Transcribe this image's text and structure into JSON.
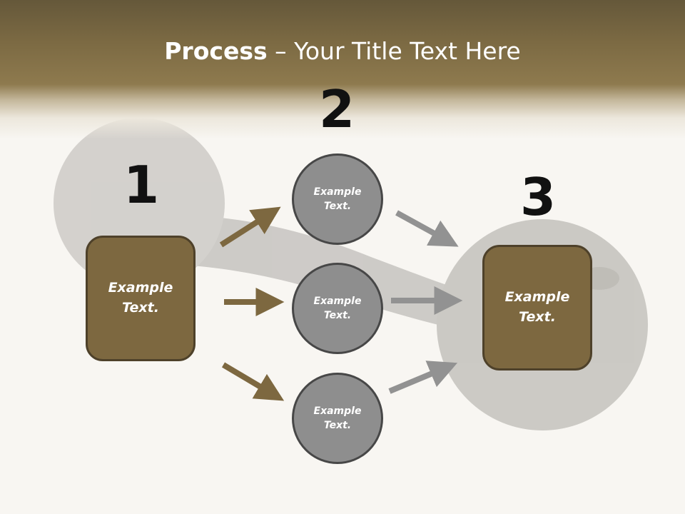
{
  "title": {
    "bold": "Process",
    "rest": " – Your Title Text Here"
  },
  "steps": [
    {
      "number": "1",
      "label": "Example\nText."
    },
    {
      "number": "2",
      "labels": [
        "Example\nText.",
        "Example\nText.",
        "Example\nText."
      ]
    },
    {
      "number": "3",
      "label": "Example\nText."
    }
  ],
  "colors": {
    "header": "#7c6a43",
    "box_fill": "#7d6840",
    "circle_fill": "#8e8e8e",
    "arrow_in": "#7d6840",
    "arrow_out": "#8e8e8e"
  }
}
